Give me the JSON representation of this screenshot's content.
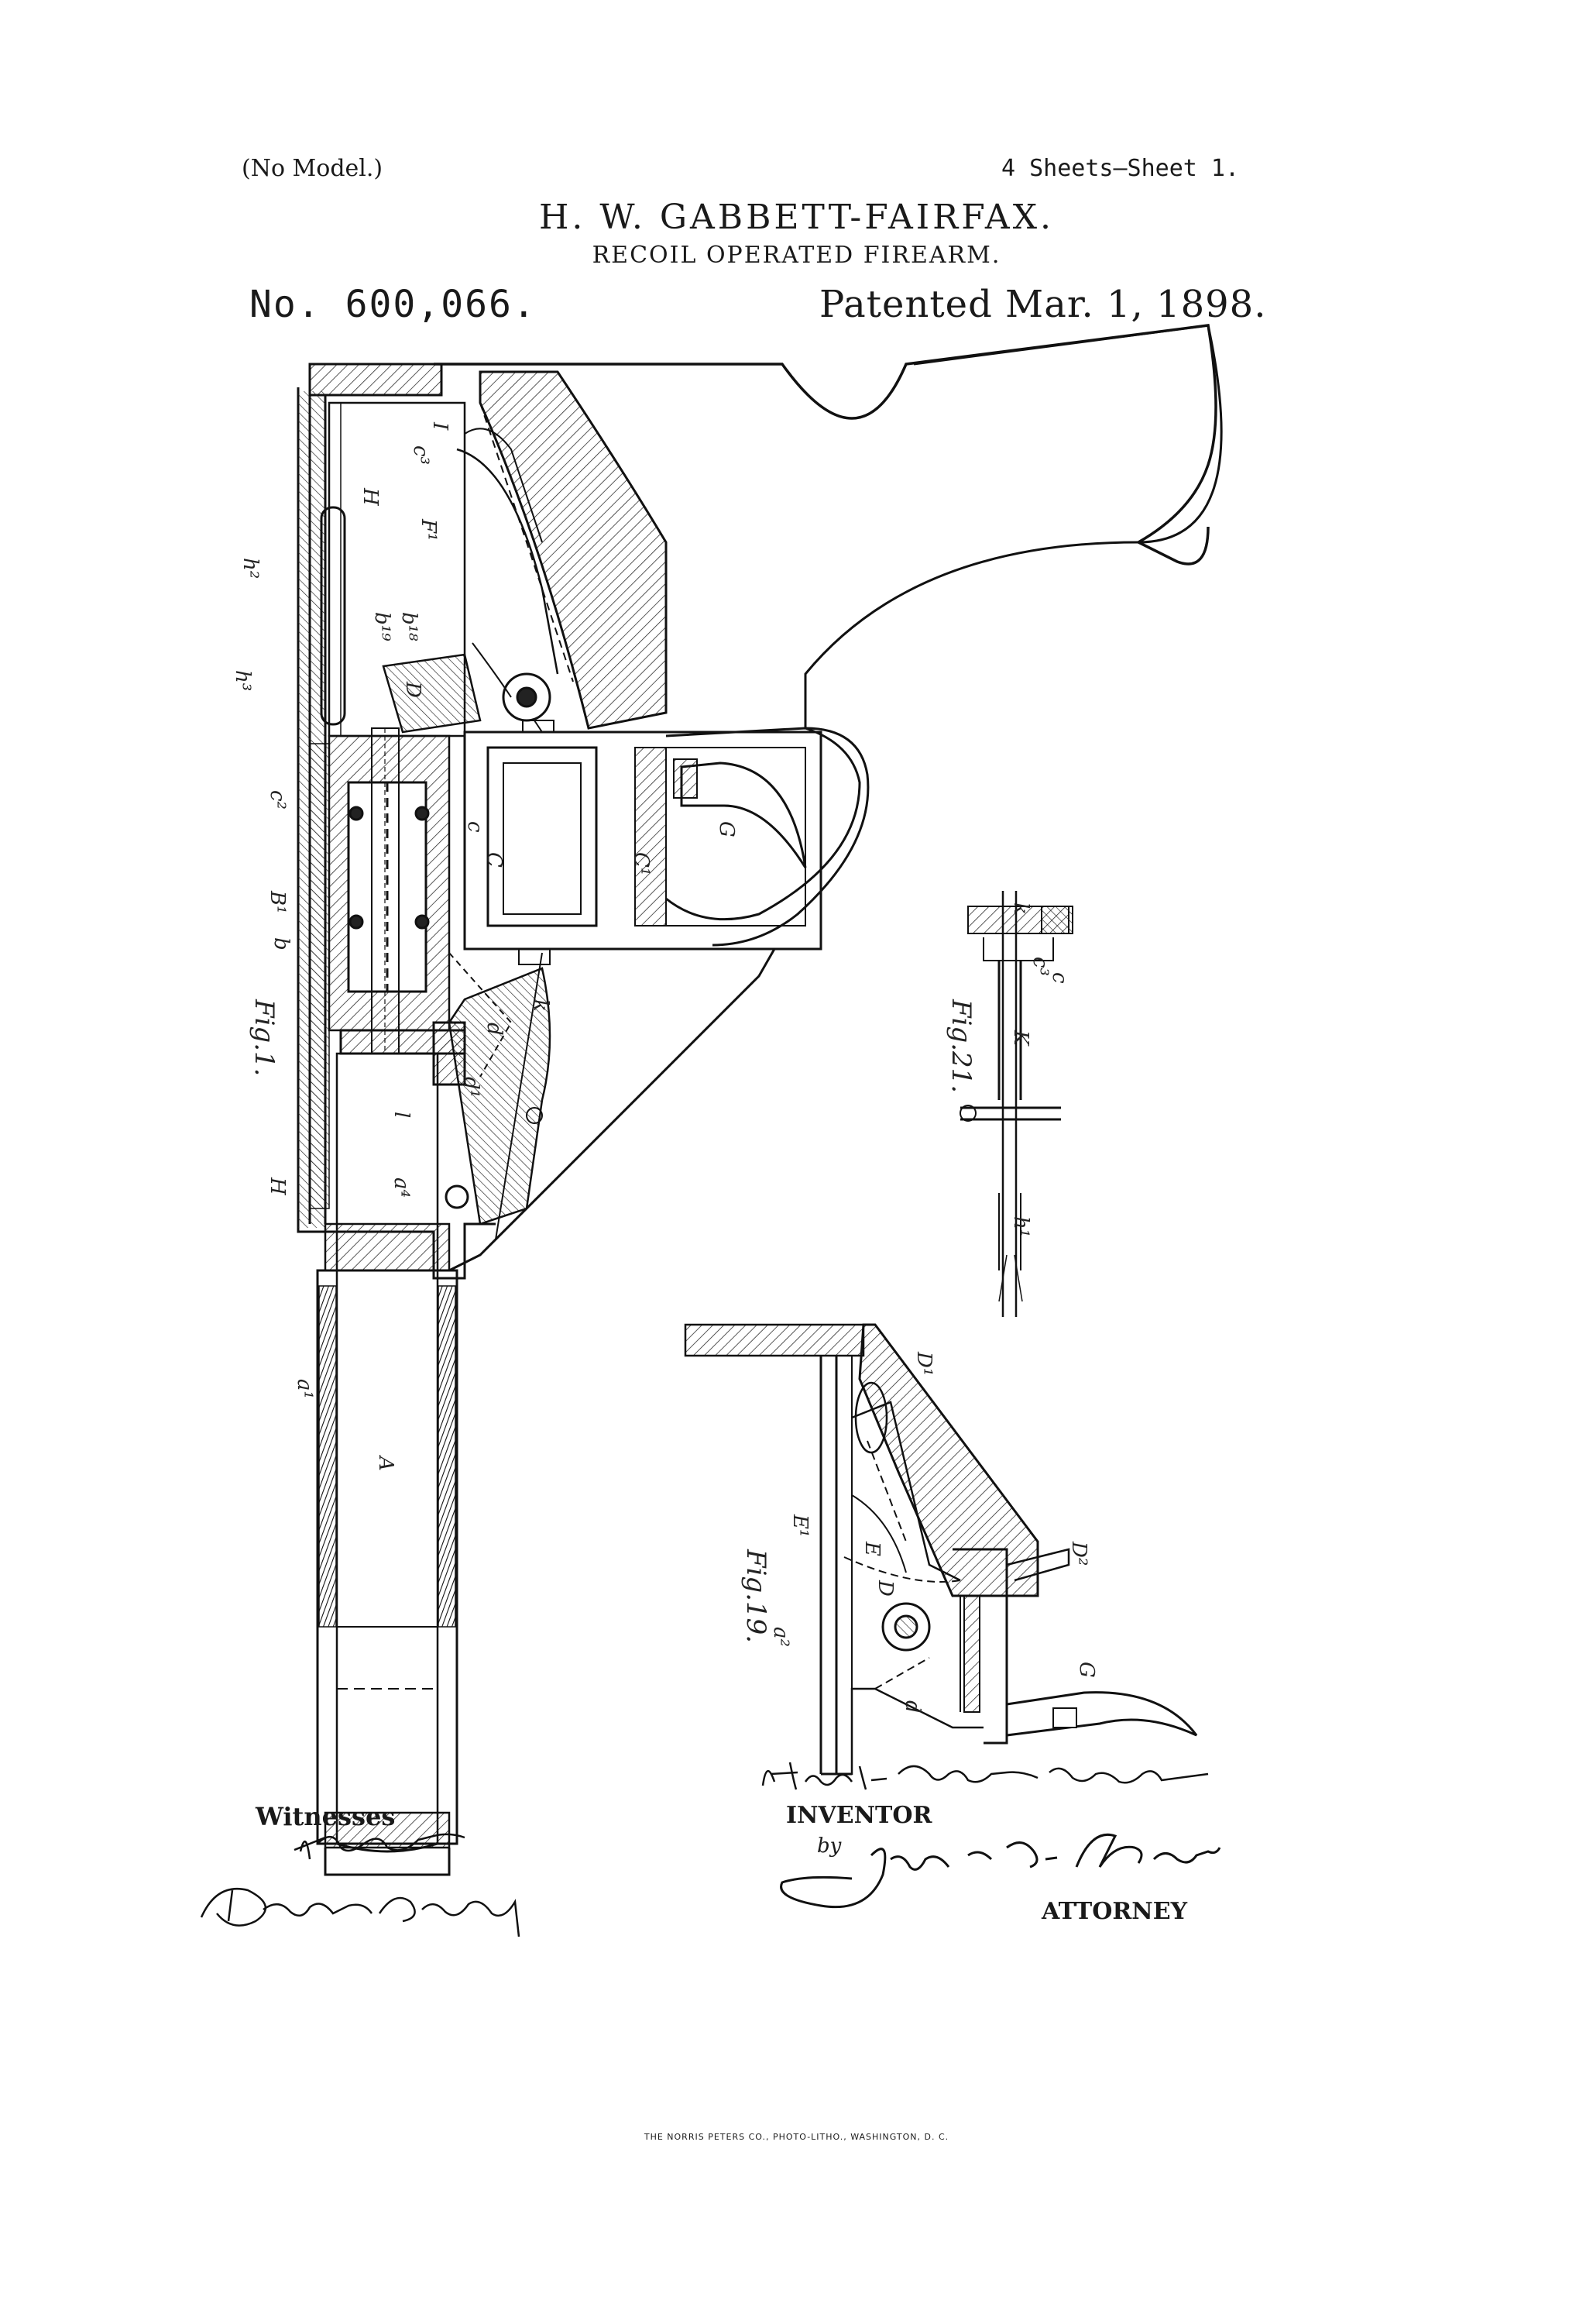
{
  "header": {
    "no_model": "(No Model.)",
    "sheets": "4 Sheets—Sheet 1.",
    "inventor_name": "H. W. GABBETT-FAIRFAX.",
    "title": "RECOIL OPERATED FIREARM.",
    "patent_number": "No. 600,066.",
    "patent_date": "Patented Mar. 1, 1898."
  },
  "figures": {
    "fig1": "Fig.1.",
    "fig19": "Fig.19.",
    "fig21": "Fig.21."
  },
  "reference_letters": {
    "fig1": [
      "h²",
      "H",
      "I",
      "c³",
      "F¹",
      "D",
      "b¹⁸",
      "b¹⁹",
      "c",
      "C",
      "C¹",
      "c²",
      "G",
      "B¹",
      "b",
      "h³",
      "k",
      "A",
      "a¹",
      "H",
      "d¹",
      "d",
      "l",
      "a⁴"
    ],
    "fig19": [
      "D¹",
      "E",
      "D",
      "E¹",
      "a²",
      "D²",
      "G",
      "d"
    ],
    "fig21": [
      "k",
      "c",
      "c³",
      "K",
      "h¹"
    ]
  },
  "signatures": {
    "witnesses_label": "Witnesses",
    "witness_1": "F. B. Keefer",
    "witness_2": "Dennis Sumby",
    "inventor_signature": "Hugh W. Gabbett-Fairfax",
    "inventor_label": "INVENTOR",
    "by_label": "by",
    "attorney_signature": "James L. Norris",
    "attorney_label": "ATTORNEY"
  },
  "footer": {
    "printer": "THE NORRIS PETERS CO., PHOTO-LITHO., WASHINGTON, D. C."
  }
}
